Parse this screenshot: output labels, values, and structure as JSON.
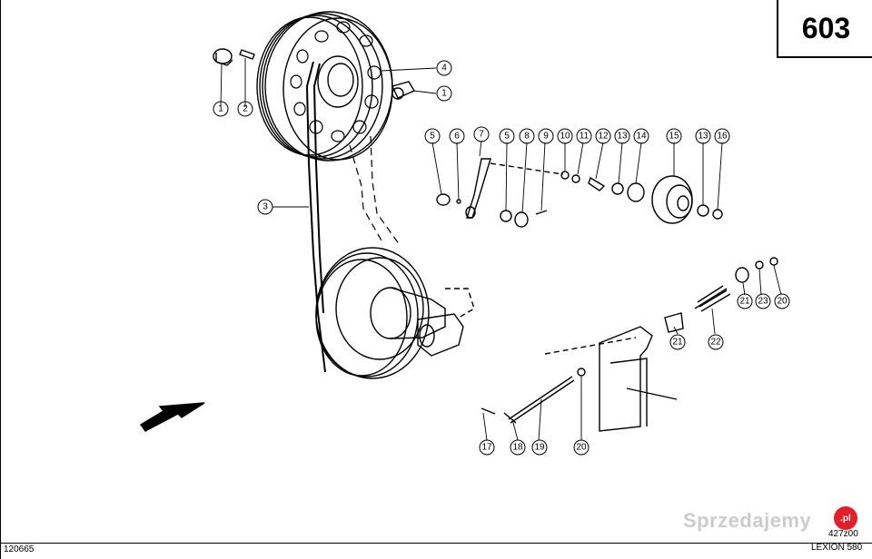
{
  "page_number": "603",
  "doc_number": "120665",
  "ref_code": "427z00",
  "model": "LEXION 580",
  "watermark": {
    "text": "Sprzedajemy",
    "badge": ".pl",
    "color": "#e41e26"
  },
  "callouts": [
    "1",
    "2",
    "4",
    "1",
    "3",
    "5",
    "6",
    "7",
    "5",
    "8",
    "9",
    "10",
    "11",
    "12",
    "13",
    "14",
    "15",
    "13",
    "16",
    "21",
    "23",
    "20",
    "21",
    "22",
    "17",
    "18",
    "19",
    "20"
  ],
  "icons": {
    "direction_arrow": "arrow-icon"
  }
}
